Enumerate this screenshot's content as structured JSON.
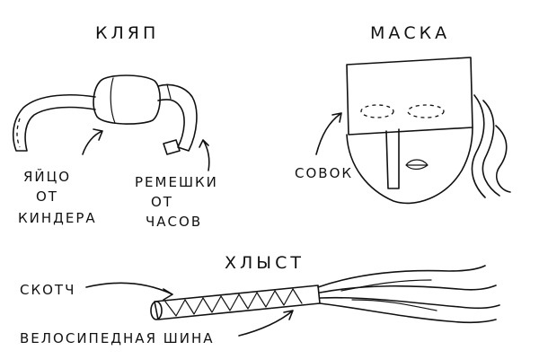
{
  "gag": {
    "title": "КЛЯП",
    "egg_label": [
      "ЯЙЦО",
      "ОТ",
      "КИНДЕРА"
    ],
    "straps_label": [
      "РЕМЕШКИ",
      "ОТ",
      "ЧАСОВ"
    ]
  },
  "mask": {
    "title": "МАСКА",
    "scoop_label": "СОВОК"
  },
  "whip": {
    "title": "ХЛЫСТ",
    "tape_label": "СКОТЧ",
    "tire_label": "ВЕЛОСИПЕДНАЯ ШИНА"
  },
  "colors": {
    "ink": "#111111",
    "paper": "#ffffff"
  }
}
